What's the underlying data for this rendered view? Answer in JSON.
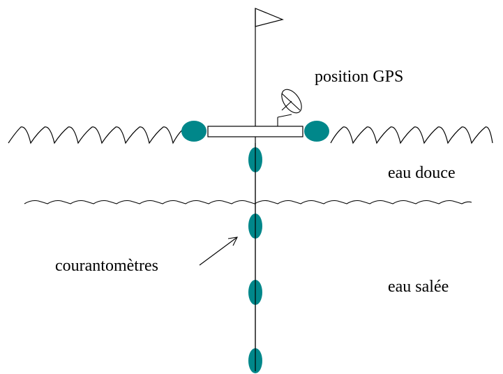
{
  "labels": {
    "gps": "position GPS",
    "fresh_water": "eau douce",
    "salt_water": "eau salée",
    "current_meters": "courantomètres"
  },
  "colors": {
    "float": "#00878a",
    "line": "#000000",
    "background": "#ffffff"
  },
  "icons": [
    "flag-icon",
    "satellite-dish-icon",
    "float-icon",
    "current-meter-icon"
  ]
}
